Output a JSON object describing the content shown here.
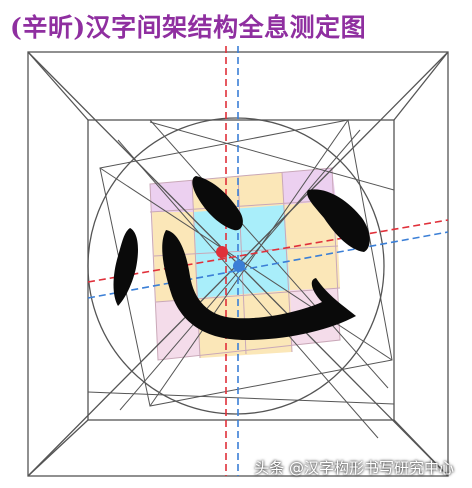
{
  "title": "(辛昕)汉字间架结构全息测定图",
  "character": "心",
  "watermark": "头条 @汉字构形书写研究中心",
  "colors": {
    "title": "#8f2fa0",
    "grid_line": "#555555",
    "red_axis": "#e0303a",
    "blue_axis": "#3b7fd6",
    "pink_cell": "#f4dcea",
    "yellow_cell": "#fbe7b8",
    "cyan_cell": "#a9eefa",
    "ink": "#0a0a0a"
  }
}
